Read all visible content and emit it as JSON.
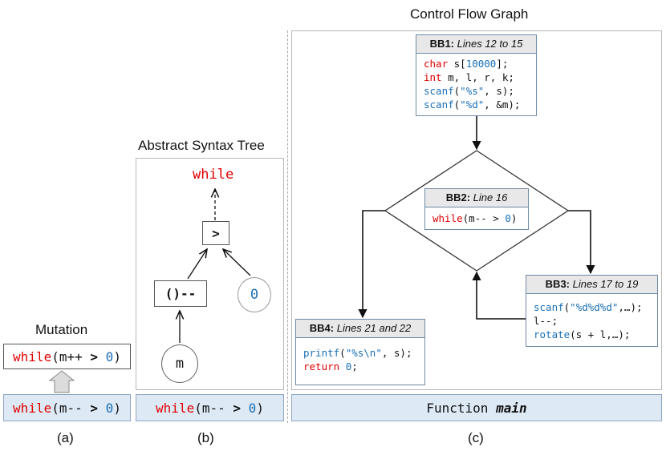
{
  "panel_a": {
    "title": "Mutation",
    "mutated": {
      "kw": "while",
      "mid": "(m++ ",
      "op": ">",
      "sp": " ",
      "num": "0",
      "end": ")"
    },
    "original": {
      "kw": "while",
      "mid": "(m-- ",
      "op": ">",
      "sp": " ",
      "num": "0",
      "end": ")"
    },
    "caption": "(a)"
  },
  "panel_b": {
    "title": "Abstract Syntax Tree",
    "nodes": {
      "root": "while",
      "gt": ">",
      "dec": "()--",
      "zero": "0",
      "m": "m"
    },
    "bar": {
      "kw": "while",
      "mid": "(m-- ",
      "op": ">",
      "sp": " ",
      "num": "0",
      "end": ")"
    },
    "caption": "(b)"
  },
  "panel_c": {
    "title": "Control Flow Graph",
    "bar": {
      "prefix": "Function ",
      "name": "main"
    },
    "caption": "(c)",
    "bb1": {
      "label": "BB1:",
      "lines": "Lines 12 to 15",
      "code": [
        {
          "a": "char",
          "b": " s[",
          "c": "10000",
          "d": "];"
        },
        {
          "a": "int",
          "b": " m, l, r, k;"
        },
        {
          "a": "scanf",
          "b": "(",
          "c": "\"%s\"",
          "d": ", s);"
        },
        {
          "a": "scanf",
          "b": "(",
          "c": "\"%d\"",
          "d": ", &m);"
        }
      ]
    },
    "bb2": {
      "label": "BB2:",
      "lines": "Line 16",
      "code": {
        "kw": "while",
        "mid": "(m-- ",
        "op": ">",
        "sp": " ",
        "num": "0",
        "end": ")"
      }
    },
    "bb3": {
      "label": "BB3:",
      "lines": "Lines 17 to 19",
      "code": [
        {
          "a": "scanf",
          "b": "(",
          "c": "\"%d%d%d\"",
          "d": ",…);"
        },
        {
          "a": "",
          "b": "l--;"
        },
        {
          "a": "rotate",
          "b": "(s + l,…);"
        }
      ]
    },
    "bb4": {
      "label": "BB4:",
      "lines": "Lines 21 and 22",
      "code": [
        {
          "a": "printf",
          "b": "(",
          "c": "\"%s\\n\"",
          "d": ", s);"
        },
        {
          "a": "return",
          "b": " ",
          "c": "0",
          "d": ";"
        }
      ]
    }
  }
}
